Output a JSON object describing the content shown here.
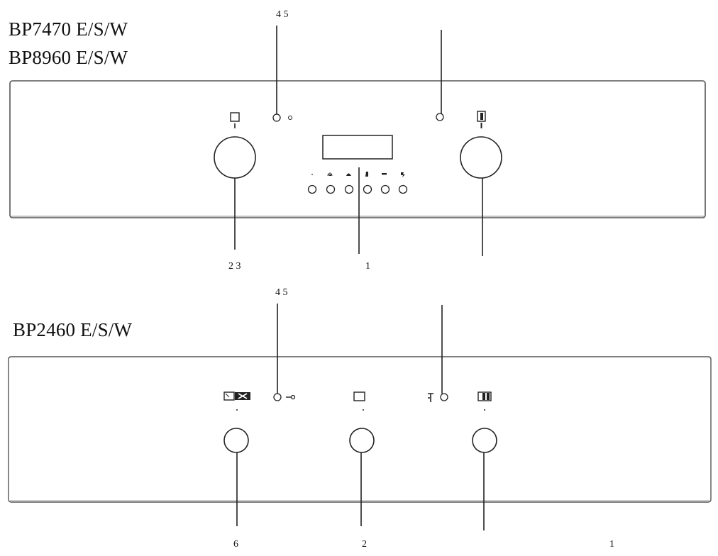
{
  "panel_top": {
    "models": [
      "BP7470 E/S/W",
      "BP8960 E/S/W"
    ],
    "callouts": {
      "top_left": "4 5",
      "bottom_left": "2 3",
      "bottom_center": "1"
    }
  },
  "panel_bottom": {
    "model": "BP2460 E/S/W",
    "callouts": {
      "top": "4 5",
      "bottom_left": "6",
      "bottom_center": "2",
      "bottom_right": "1"
    }
  },
  "colors": {
    "line": "#222222",
    "panel_edge": "#555555"
  },
  "icons": {
    "top_panel": [
      "oven-mode-icon",
      "indicator-light-icon",
      "display-screen",
      "timer-button-icons",
      "temperature-icon"
    ],
    "bottom_panel": [
      "oven-function-icon",
      "key-lock-icon",
      "oven-icon",
      "thermometer-icon",
      "temperature-icon"
    ]
  }
}
